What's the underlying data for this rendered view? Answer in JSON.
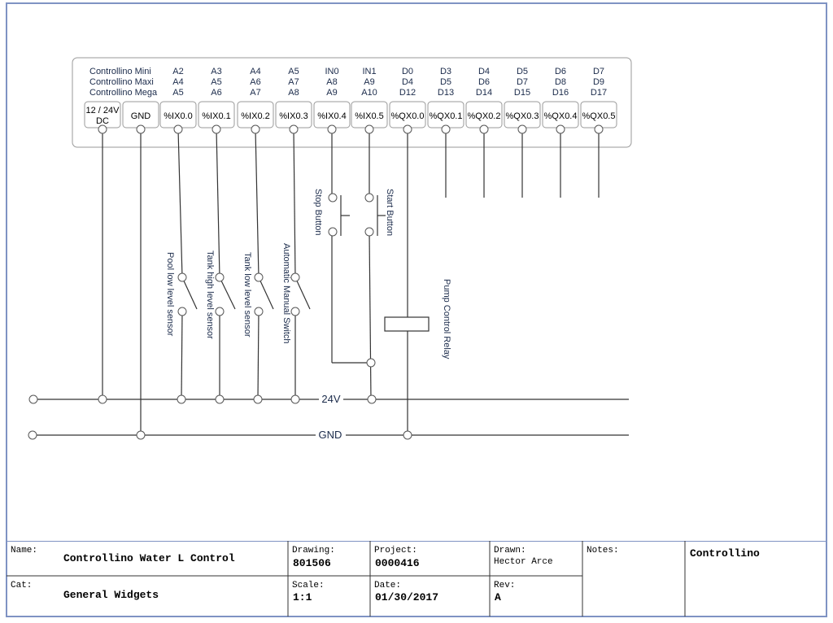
{
  "diagram": {
    "header_rows": [
      {
        "label": "Controllino Mini",
        "cells": [
          "A2",
          "A3",
          "A4",
          "A5",
          "IN0",
          "IN1",
          "D0",
          "D3",
          "D4",
          "D5",
          "D6",
          "D7"
        ]
      },
      {
        "label": "Controllino Maxi",
        "cells": [
          "A4",
          "A5",
          "A6",
          "A7",
          "A8",
          "A9",
          "D4",
          "D5",
          "D6",
          "D7",
          "D8",
          "D9"
        ]
      },
      {
        "label": "Controllino Mega",
        "cells": [
          "A5",
          "A6",
          "A7",
          "A8",
          "A9",
          "A10",
          "D12",
          "D13",
          "D14",
          "D15",
          "D16",
          "D17"
        ]
      }
    ],
    "pins": [
      "12 / 24V DC",
      "GND",
      "%IX0.0",
      "%IX0.1",
      "%IX0.2",
      "%IX0.3",
      "%IX0.4",
      "%IX0.5",
      "%QX0.0",
      "%QX0.1",
      "%QX0.2",
      "%QX0.3",
      "%QX0.4",
      "%QX0.5"
    ],
    "pin_power_line1": "12 / 24V",
    "pin_power_line2": "DC",
    "components": {
      "pool_sensor": "Pool low level sensor",
      "tank_high": "Tank high level sensor",
      "tank_low": "Tank low level sensor",
      "auto_manual": "Automatic Manual Switch",
      "stop": "Stop Button",
      "start": "Start Button",
      "relay": "Pump Control Relay"
    },
    "bus_24v": "24V",
    "bus_gnd": "GND"
  },
  "title_block": {
    "name_label": "Name:",
    "name": "Controllino Water L Control",
    "cat_label": "Cat:",
    "cat": "General Widgets",
    "drawing_label": "Drawing:",
    "drawing": "801506",
    "scale_label": "Scale:",
    "scale": "1:1",
    "project_label": "Project:",
    "project": "0000416",
    "date_label": "Date:",
    "date": "01/30/2017",
    "drawn_label": "Drawn:",
    "drawn": "Hector Arce",
    "rev_label": "Rev:",
    "rev": "A",
    "notes_label": "Notes:",
    "company": "Controllino"
  }
}
